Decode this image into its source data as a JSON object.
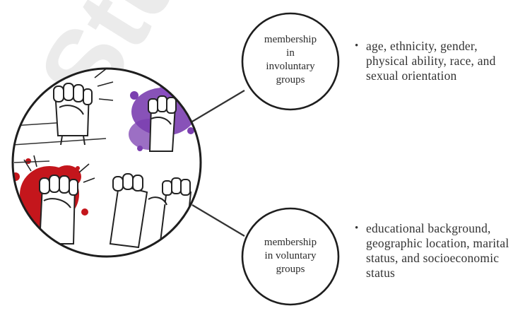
{
  "diagram": {
    "involuntary_label": "membership in involuntary groups",
    "involuntary_label_lines": [
      "membership",
      "in",
      "involuntary",
      "groups"
    ],
    "involuntary_items": [
      "age, ethnicity, gender, physical ability, race, and sexual orientation"
    ],
    "voluntary_label": "membership in voluntary groups",
    "voluntary_label_lines": [
      "membership",
      "in voluntary",
      "groups"
    ],
    "voluntary_items": [
      "educational background, geographic location, marital status, and socioeconomic status"
    ]
  },
  "colors": {
    "accent_purple": "#7b3fb0",
    "accent_red": "#c4161c",
    "ink": "#2b2b2b"
  },
  "watermark": "Stuvia"
}
